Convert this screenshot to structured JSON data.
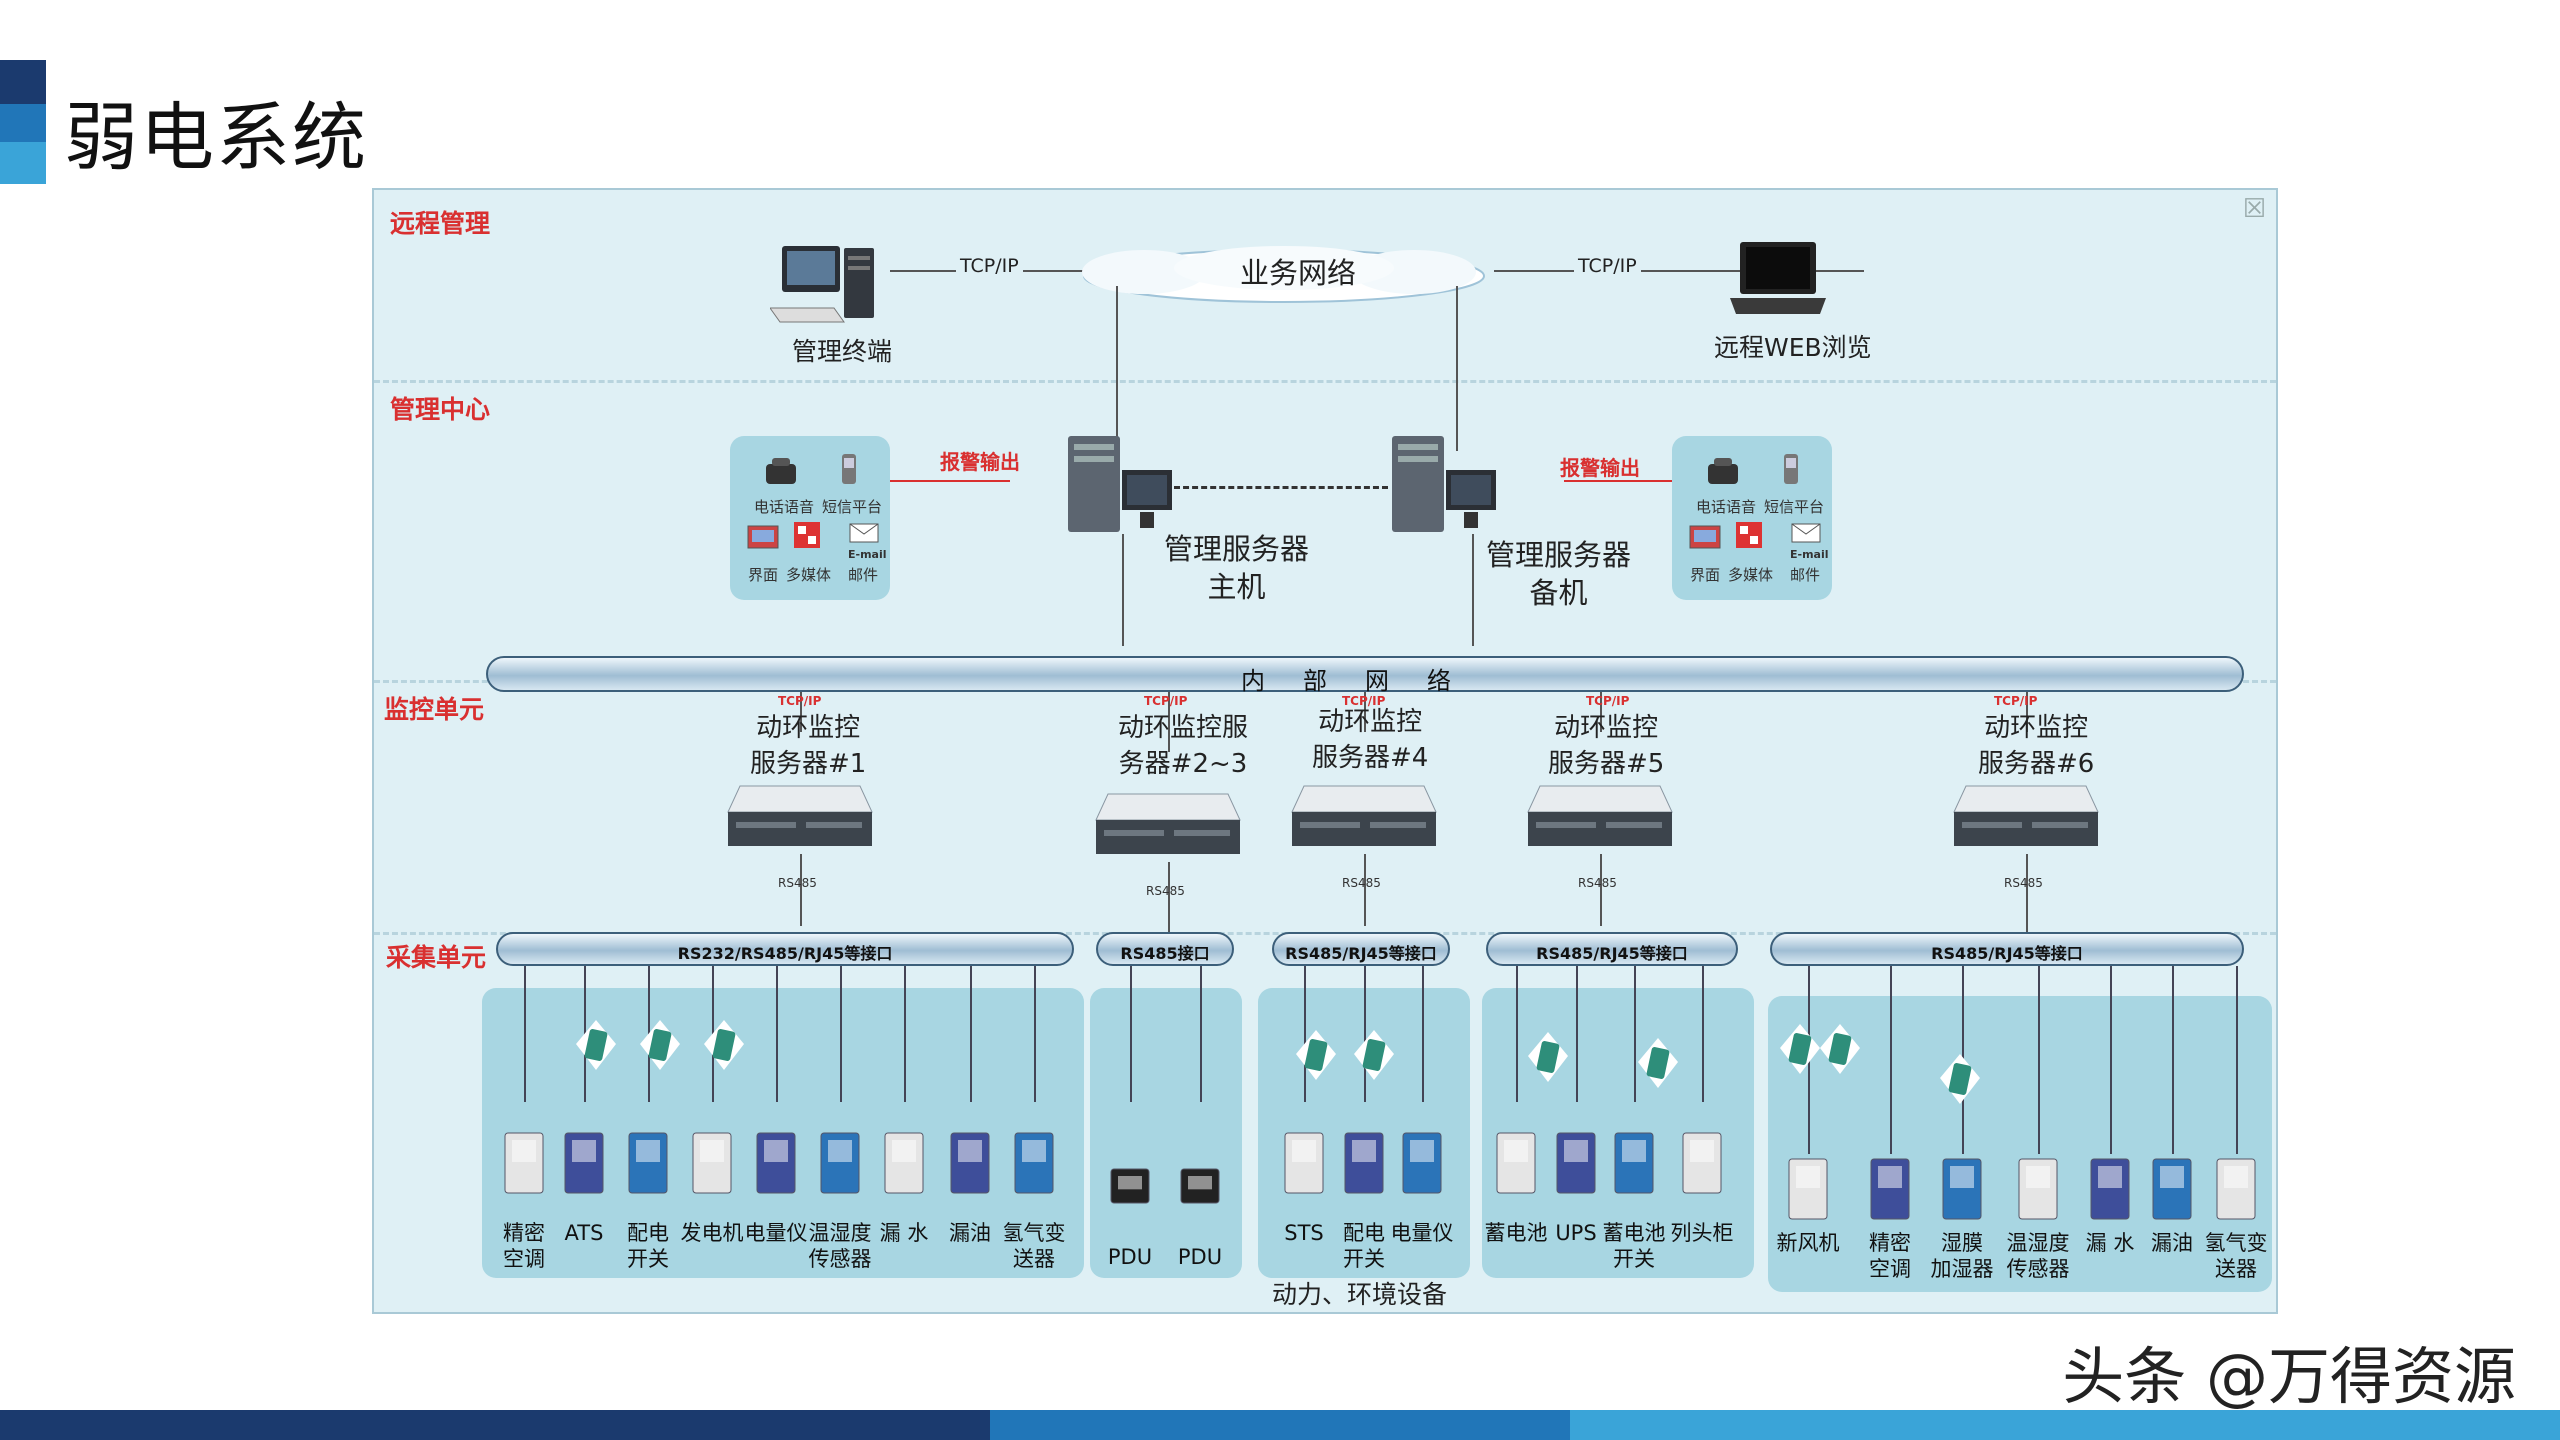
{
  "page": {
    "title": "弱电系统",
    "watermark": "头条 @万得资源"
  },
  "zones": {
    "remote": "远程管理",
    "center": "管理中心",
    "monitor": "监控单元",
    "collect": "采集单元"
  },
  "remote": {
    "terminal": "管理终端",
    "web": "远程WEB浏览",
    "network": "业务网络",
    "tcp_left": "TCP/IP",
    "tcp_right": "TCP/IP"
  },
  "center": {
    "alarm_left": "报警输出",
    "alarm_right": "报警输出",
    "server_main_1": "管理服务器",
    "server_main_2": "主机",
    "server_backup_1": "管理服务器",
    "server_backup_2": "备机",
    "notify": {
      "phone": "电话语音",
      "sms": "短信平台",
      "ui": "界面",
      "media": "多媒体",
      "mail": "邮件",
      "email_icon": "E-mail"
    }
  },
  "internal_network": "内部网络",
  "monitor": {
    "tcp": "TCP/IP",
    "rs485": "RS485",
    "servers": [
      {
        "l1": "动环监控",
        "l2": "服务器#1"
      },
      {
        "l1": "动环监控服",
        "l2": "务器#2~3"
      },
      {
        "l1": "动环监控",
        "l2": "服务器#4"
      },
      {
        "l1": "动环监控",
        "l2": "服务器#5"
      },
      {
        "l1": "动环监控",
        "l2": "服务器#6"
      }
    ]
  },
  "buses": [
    "RS232/RS485/RJ45等接口",
    "RS485接口",
    "RS485/RJ45等接口",
    "RS485/RJ45等接口",
    "RS485/RJ45等接口"
  ],
  "devices": {
    "g1": [
      {
        "l1": "精密",
        "l2": "空调"
      },
      {
        "l1": "ATS",
        "l2": ""
      },
      {
        "l1": "配电",
        "l2": "开关"
      },
      {
        "l1": "发电机",
        "l2": ""
      },
      {
        "l1": "电量仪",
        "l2": ""
      },
      {
        "l1": "温湿度",
        "l2": "传感器"
      },
      {
        "l1": "漏 水",
        "l2": ""
      },
      {
        "l1": "漏油",
        "l2": ""
      },
      {
        "l1": "氢气变",
        "l2": "送器"
      }
    ],
    "g2": [
      {
        "l1": "PDU",
        "l2": ""
      },
      {
        "l1": "PDU",
        "l2": ""
      }
    ],
    "g3": [
      {
        "l1": "STS",
        "l2": ""
      },
      {
        "l1": "配电",
        "l2": "开关"
      },
      {
        "l1": "电量仪",
        "l2": ""
      }
    ],
    "g4": [
      {
        "l1": "蓄电池",
        "l2": ""
      },
      {
        "l1": "UPS",
        "l2": ""
      },
      {
        "l1": "蓄电池",
        "l2": "开关"
      },
      {
        "l1": "列头柜",
        "l2": ""
      }
    ],
    "g5": [
      {
        "l1": "新风机",
        "l2": ""
      },
      {
        "l1": "精密",
        "l2": "空调"
      },
      {
        "l1": "湿膜",
        "l2": "加湿器"
      },
      {
        "l1": "温湿度",
        "l2": "传感器"
      },
      {
        "l1": "漏 水",
        "l2": ""
      },
      {
        "l1": "漏油",
        "l2": ""
      },
      {
        "l1": "氢气变",
        "l2": "送器"
      }
    ],
    "footer": "动力、环境设备"
  }
}
